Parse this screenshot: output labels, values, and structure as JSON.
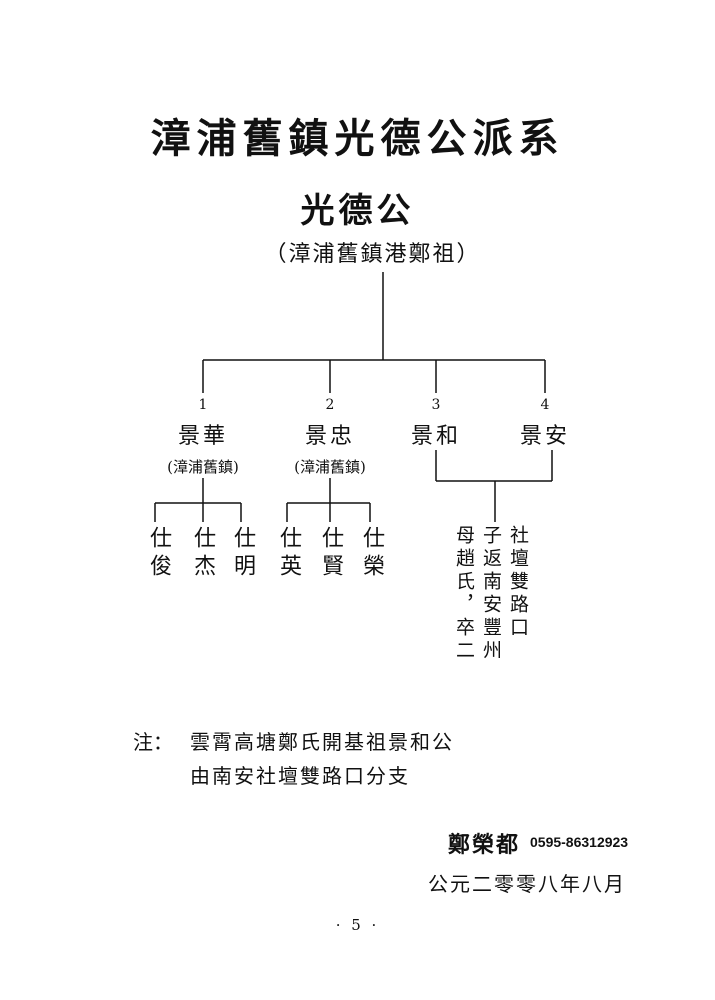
{
  "title": "漳浦舊鎮光德公派系",
  "root": {
    "name": "光德公",
    "note": "（漳浦舊鎮港鄭祖）"
  },
  "branches": [
    {
      "num": "1",
      "name": "景華",
      "note": "(漳浦舊鎮)",
      "children": [
        "仕明",
        "仕杰",
        "仕俊"
      ]
    },
    {
      "num": "2",
      "name": "景忠",
      "note": "(漳浦舊鎮)",
      "children": [
        "仕榮",
        "仕賢",
        "仕英"
      ]
    },
    {
      "num": "3",
      "name": "景和",
      "note": "",
      "children": []
    },
    {
      "num": "4",
      "name": "景安",
      "note": "",
      "children": []
    }
  ],
  "shared_note": [
    "社壇雙路口",
    "子返南安豐州",
    "母趙氏，卒二"
  ],
  "footnote": {
    "label": "注：",
    "lines": [
      "雲霄高塘鄭氏開基祖景和公",
      "由南安社壇雙路口分支"
    ]
  },
  "signature": {
    "name": "鄭榮都",
    "phone": "0595-86312923"
  },
  "date": "公元二零零八年八月",
  "page": "· 5 ·"
}
